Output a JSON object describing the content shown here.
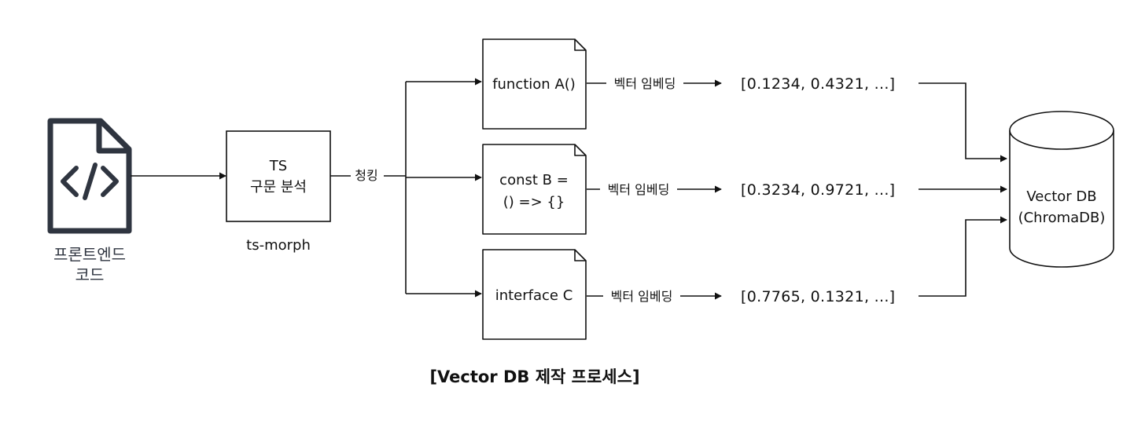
{
  "source": {
    "caption_line1": "프론트엔드",
    "caption_line2": "코드",
    "icon": "code-file-icon"
  },
  "parser": {
    "line1": "TS",
    "line2": "구문 분석",
    "tool": "ts-morph"
  },
  "chunking_label": "청킹",
  "chunks": [
    {
      "line1": "function A()",
      "line2": "",
      "edge_label": "벡터 임베딩",
      "vector": "[0.1234, 0.4321, ...]"
    },
    {
      "line1": "const B =",
      "line2": "() => {}",
      "edge_label": "벡터 임베딩",
      "vector": "[0.3234, 0.9721, ...]"
    },
    {
      "line1": "interface C",
      "line2": "",
      "edge_label": "벡터 임베딩",
      "vector": "[0.7765, 0.1321, ...]"
    }
  ],
  "database": {
    "line1": "Vector DB",
    "line2": "(ChromaDB)"
  },
  "title": "[Vector DB 제작 프로세스]"
}
